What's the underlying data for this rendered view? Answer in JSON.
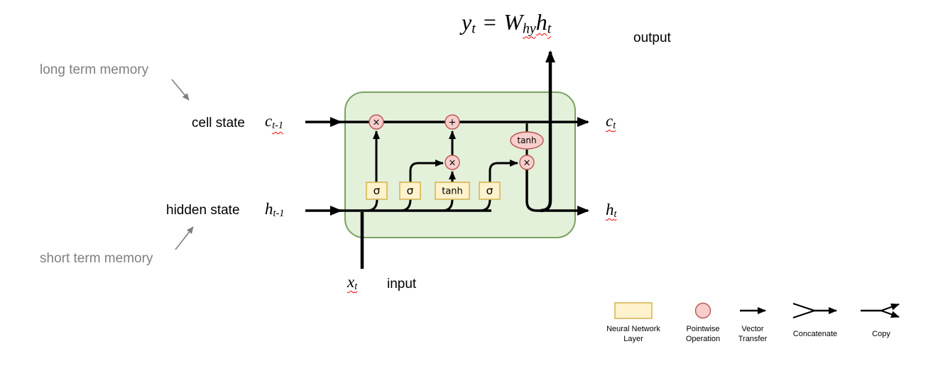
{
  "colors": {
    "cell-fill": "#e3f0da",
    "cell-stroke": "#79a35f",
    "gate-fill": "#fff2cc",
    "gate-stroke": "#d6b656",
    "op-fill": "#f8cecc",
    "op-stroke": "#b85450",
    "line": "#000000",
    "muted-text": "#7f7f7f",
    "squiggle": "#ff0000"
  },
  "annotations": {
    "long_term": "long term memory",
    "short_term": "short term memory"
  },
  "labels": {
    "cell_state": "cell state",
    "hidden_state": "hidden state",
    "input": "input",
    "output": "output"
  },
  "math": {
    "c_prev": {
      "base": "c",
      "sub": "t-1"
    },
    "h_prev": {
      "base": "h",
      "sub": "t-1"
    },
    "c_t": {
      "base": "c",
      "sub": "t"
    },
    "h_t": {
      "base": "h",
      "sub": "t"
    },
    "x_t": {
      "base": "x",
      "sub": "t"
    },
    "formula": {
      "lhs_base": "y",
      "lhs_sub": "t",
      "equals": "=",
      "w_base": "W",
      "w_sub": "hy",
      "h_base": "h",
      "h_sub": "t"
    }
  },
  "gates": [
    {
      "label": "σ"
    },
    {
      "label": "σ"
    },
    {
      "label": "tanh"
    },
    {
      "label": "σ"
    }
  ],
  "ops": {
    "multiply": "×",
    "add": "+",
    "tanh": "tanh"
  },
  "legend": [
    {
      "name": "neural-network-layer",
      "line1": "Neural Network",
      "line2": "Layer"
    },
    {
      "name": "pointwise-operation",
      "line1": "Pointwise",
      "line2": "Operation"
    },
    {
      "name": "vector-transfer",
      "line1": "Vector",
      "line2": "Transfer"
    },
    {
      "name": "concatenate",
      "line1": "Concatenate",
      "line2": ""
    },
    {
      "name": "copy",
      "line1": "Copy",
      "line2": ""
    }
  ]
}
